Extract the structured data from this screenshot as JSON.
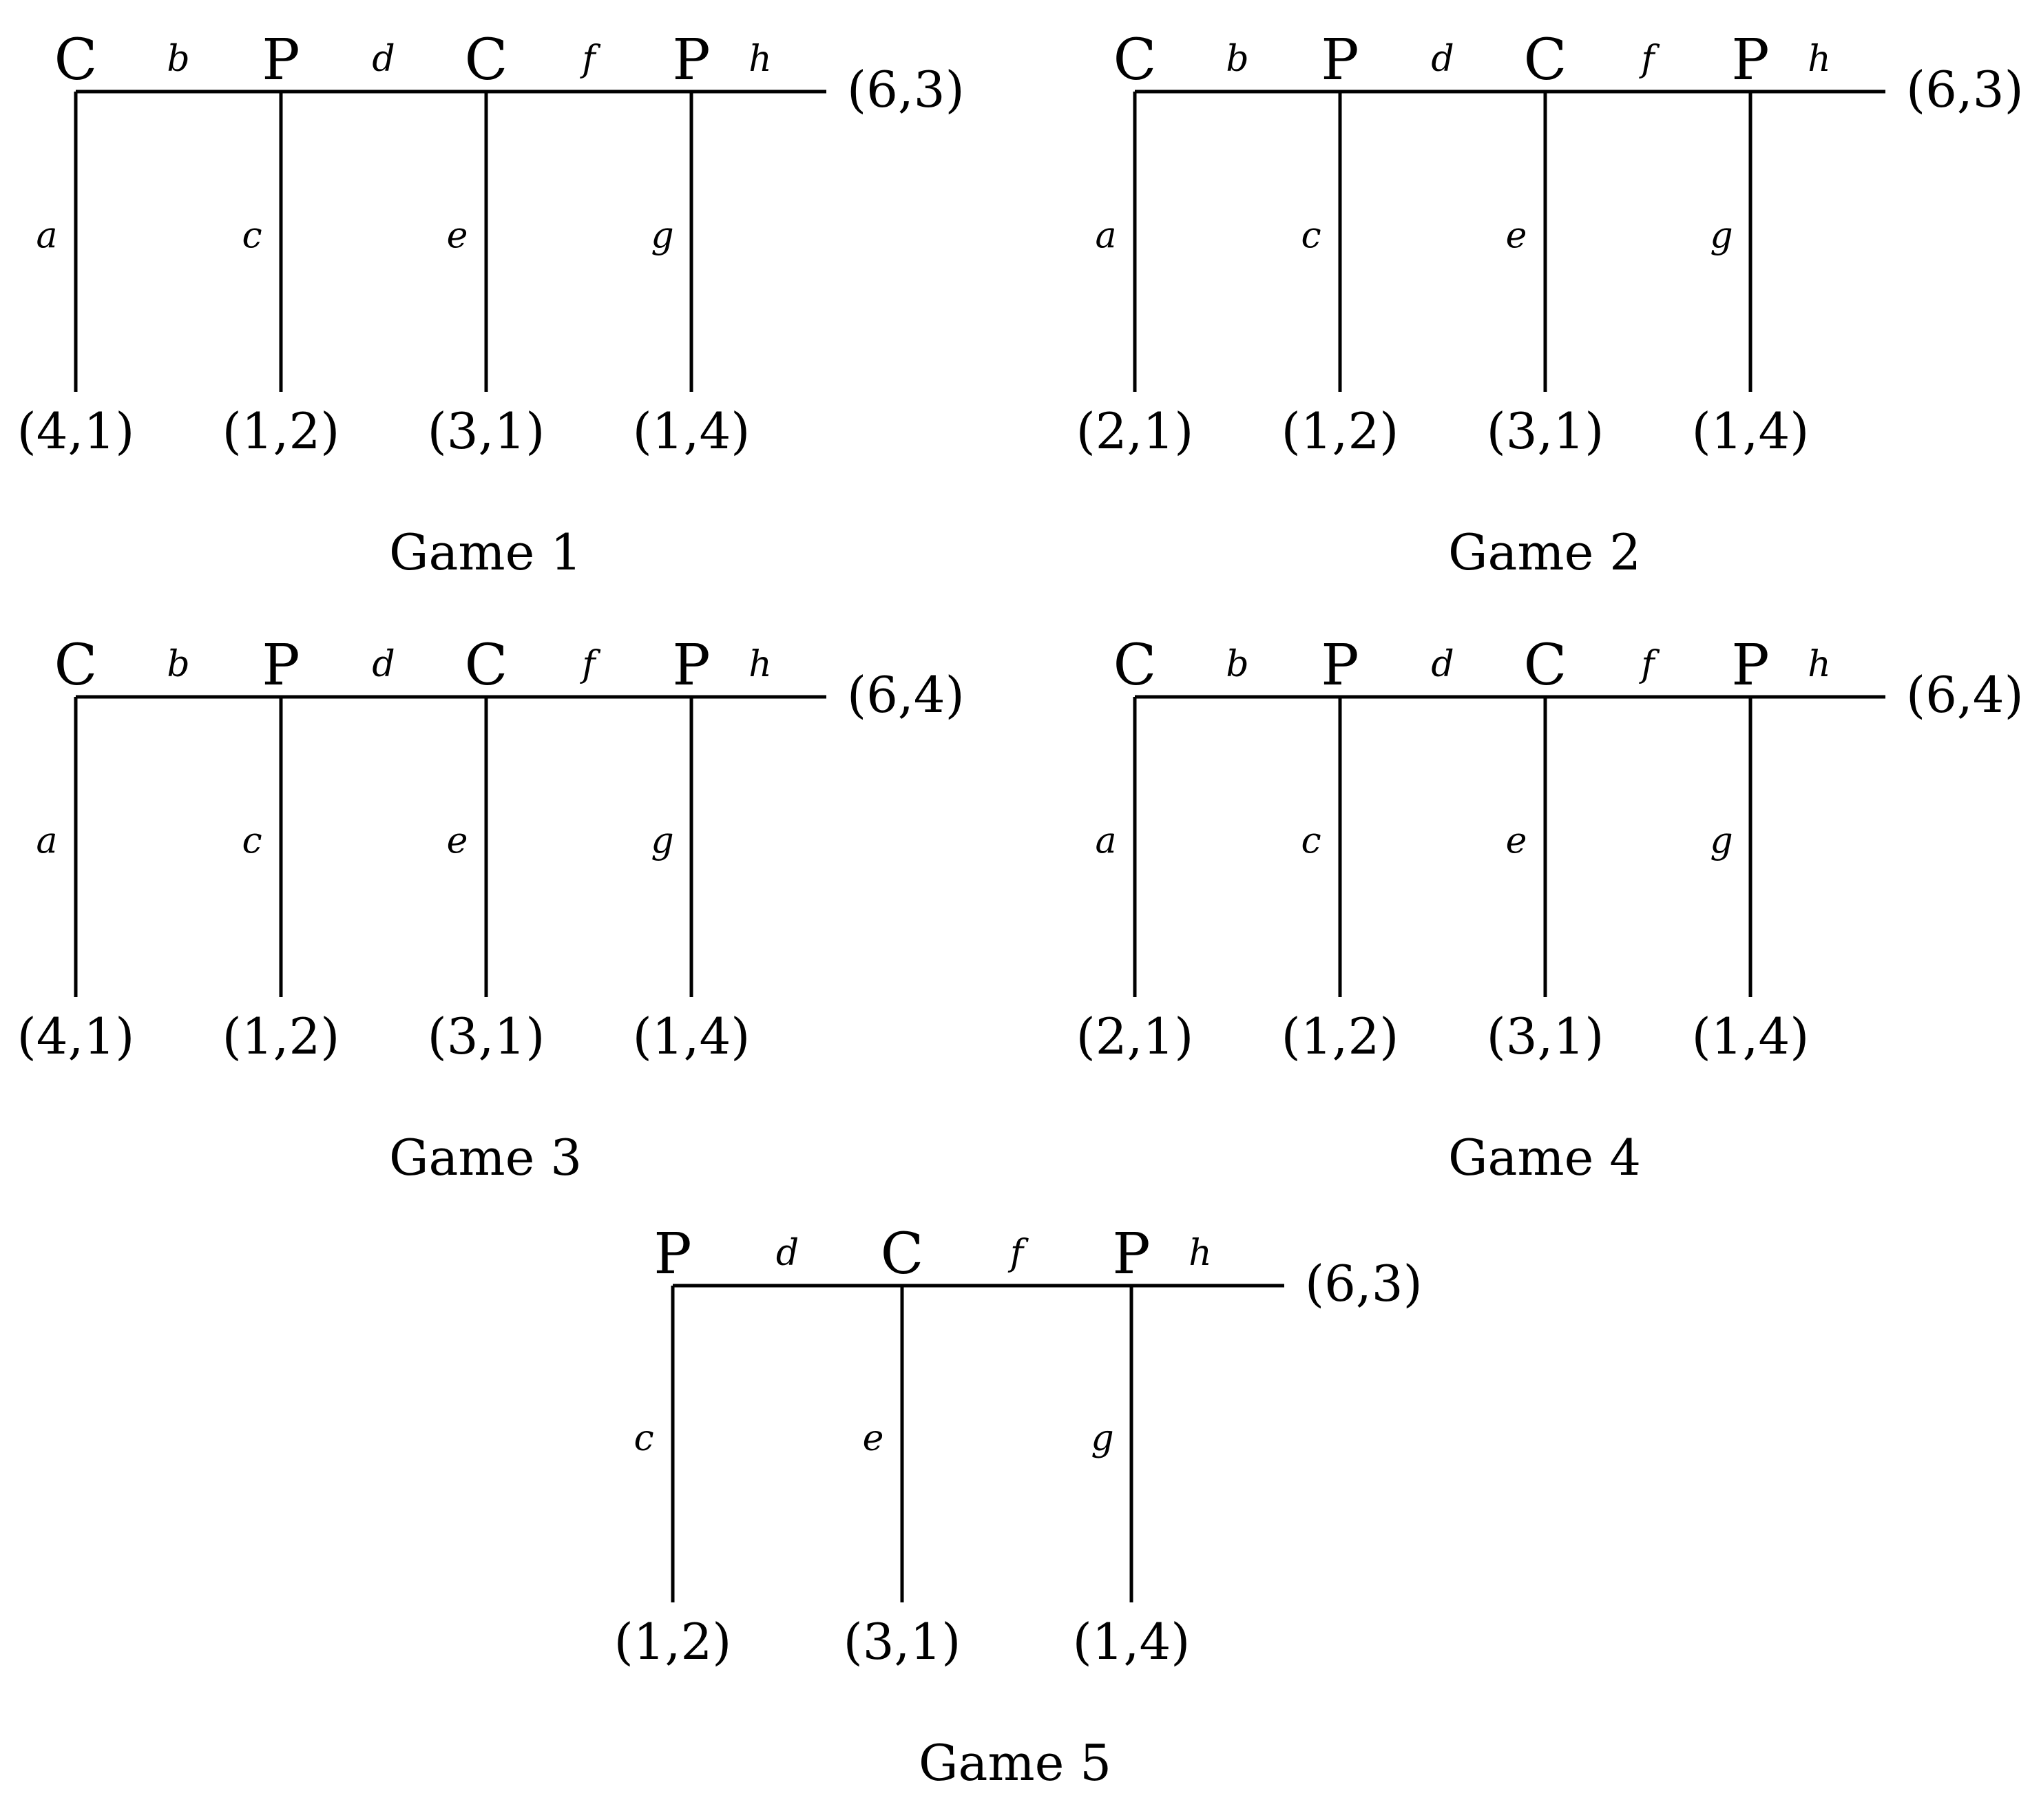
{
  "games": [
    {
      "caption": "Game 1",
      "nodes": [
        {
          "player": "C",
          "across": "b",
          "down": "a",
          "payoff": "(4,1)"
        },
        {
          "player": "P",
          "across": "d",
          "down": "c",
          "payoff": "(1,2)"
        },
        {
          "player": "C",
          "across": "f",
          "down": "e",
          "payoff": "(3,1)"
        },
        {
          "player": "P",
          "across": "h",
          "down": "g",
          "payoff": "(1,4)"
        }
      ],
      "terminal_payoff": "(6,3)"
    },
    {
      "caption": "Game 2",
      "nodes": [
        {
          "player": "C",
          "across": "b",
          "down": "a",
          "payoff": "(2,1)"
        },
        {
          "player": "P",
          "across": "d",
          "down": "c",
          "payoff": "(1,2)"
        },
        {
          "player": "C",
          "across": "f",
          "down": "e",
          "payoff": "(3,1)"
        },
        {
          "player": "P",
          "across": "h",
          "down": "g",
          "payoff": "(1,4)"
        }
      ],
      "terminal_payoff": "(6,3)"
    },
    {
      "caption": "Game 3",
      "nodes": [
        {
          "player": "C",
          "across": "b",
          "down": "a",
          "payoff": "(4,1)"
        },
        {
          "player": "P",
          "across": "d",
          "down": "c",
          "payoff": "(1,2)"
        },
        {
          "player": "C",
          "across": "f",
          "down": "e",
          "payoff": "(3,1)"
        },
        {
          "player": "P",
          "across": "h",
          "down": "g",
          "payoff": "(1,4)"
        }
      ],
      "terminal_payoff": "(6,4)"
    },
    {
      "caption": "Game 4",
      "nodes": [
        {
          "player": "C",
          "across": "b",
          "down": "a",
          "payoff": "(2,1)"
        },
        {
          "player": "P",
          "across": "d",
          "down": "c",
          "payoff": "(1,2)"
        },
        {
          "player": "C",
          "across": "f",
          "down": "e",
          "payoff": "(3,1)"
        },
        {
          "player": "P",
          "across": "h",
          "down": "g",
          "payoff": "(1,4)"
        }
      ],
      "terminal_payoff": "(6,4)"
    },
    {
      "caption": "Game 5",
      "nodes": [
        {
          "player": "P",
          "across": "d",
          "down": "c",
          "payoff": "(1,2)"
        },
        {
          "player": "C",
          "across": "f",
          "down": "e",
          "payoff": "(3,1)"
        },
        {
          "player": "P",
          "across": "h",
          "down": "g",
          "payoff": "(1,4)"
        }
      ],
      "terminal_payoff": "(6,3)"
    }
  ]
}
